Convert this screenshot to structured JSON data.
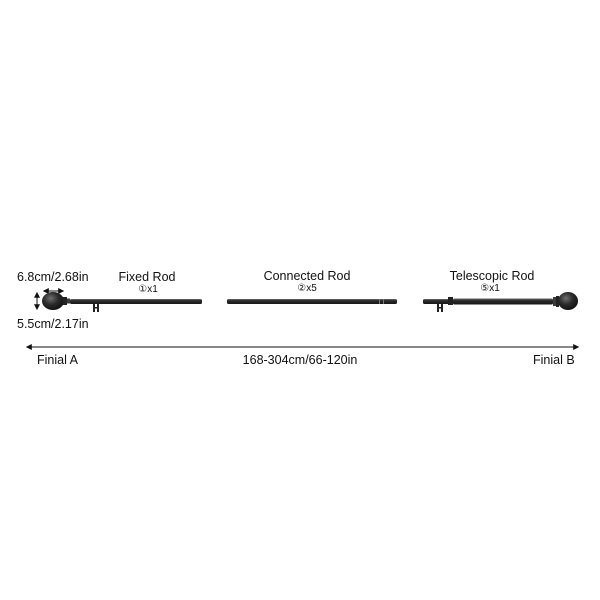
{
  "dimensions": {
    "finial_length": "6.8cm/2.68in",
    "finial_diameter": "5.5cm/2.17in",
    "total_length": "168-304cm/66-120in"
  },
  "parts": [
    {
      "label": "Fixed Rod",
      "quantity": "①x1"
    },
    {
      "label": "Connected Rod",
      "quantity": "②x5"
    },
    {
      "label": "Telescopic Rod",
      "quantity": "⑤x1"
    }
  ],
  "ends": {
    "left": "Finial A",
    "right": "Finial B"
  },
  "colors": {
    "rod": "#2b2b2b",
    "rod_highlight": "#5a5a5a",
    "text": "#111111",
    "background": "#ffffff"
  }
}
